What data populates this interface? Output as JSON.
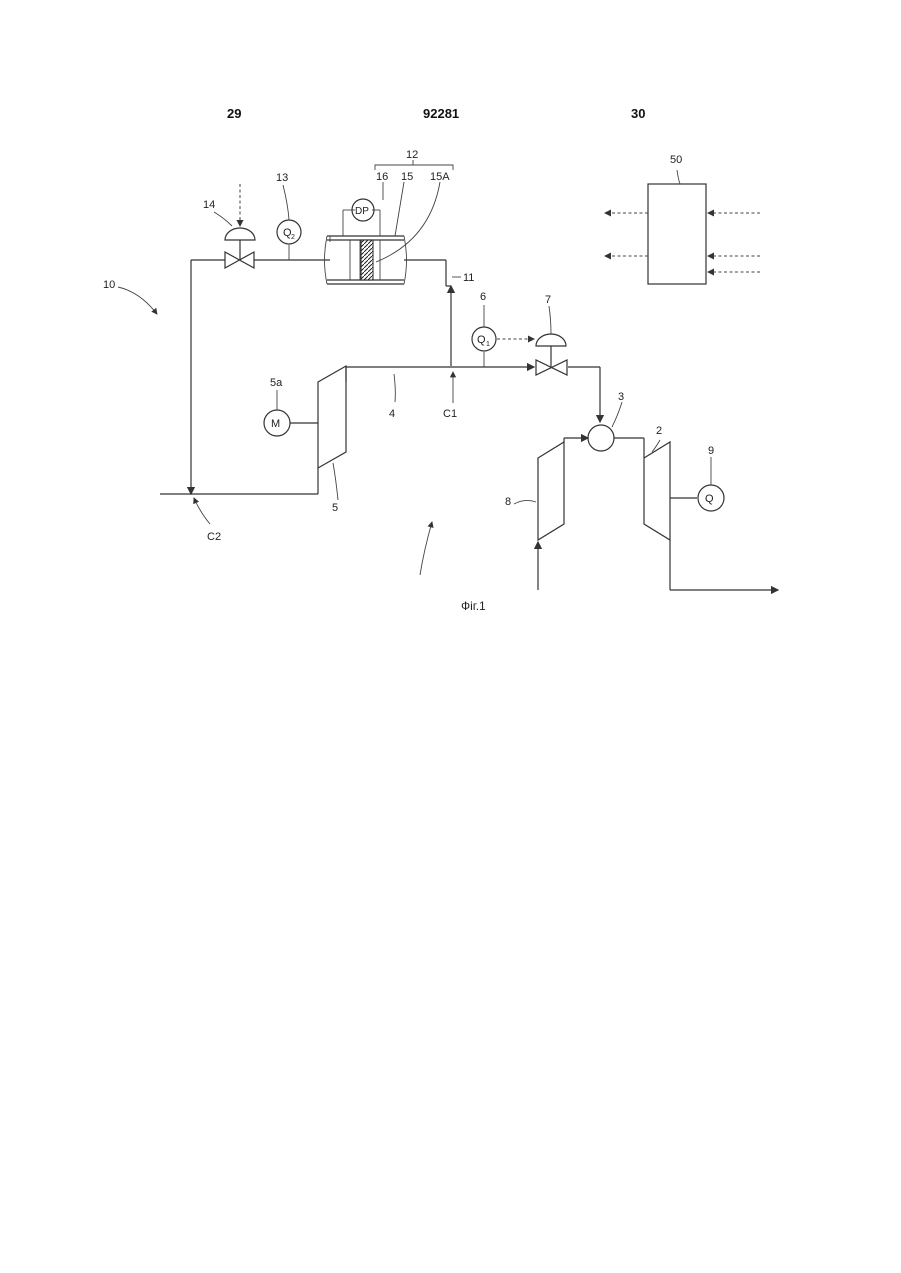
{
  "header": {
    "page_left": "29",
    "patent_number": "92281",
    "page_right": "30"
  },
  "figure": {
    "caption": "Фіг.1"
  },
  "labels": {
    "l10": "10",
    "l12": "12",
    "l13": "13",
    "l14": "14",
    "l16": "16",
    "l15": "15",
    "l15a": "15A",
    "l11": "11",
    "l6": "6",
    "l7": "7",
    "l5a": "5a",
    "l4": "4",
    "lc1": "C1",
    "l5": "5",
    "lc2": "C2",
    "l3": "3",
    "l2": "2",
    "l9": "9",
    "l8": "8",
    "l50": "50"
  },
  "instruments": {
    "flow_q2": {
      "symbol": "Q",
      "subscript": "2"
    },
    "flow_q1": {
      "symbol": "Q",
      "subscript": "1"
    },
    "diff_pressure": "DP",
    "motor": "M",
    "generator": "Q"
  }
}
